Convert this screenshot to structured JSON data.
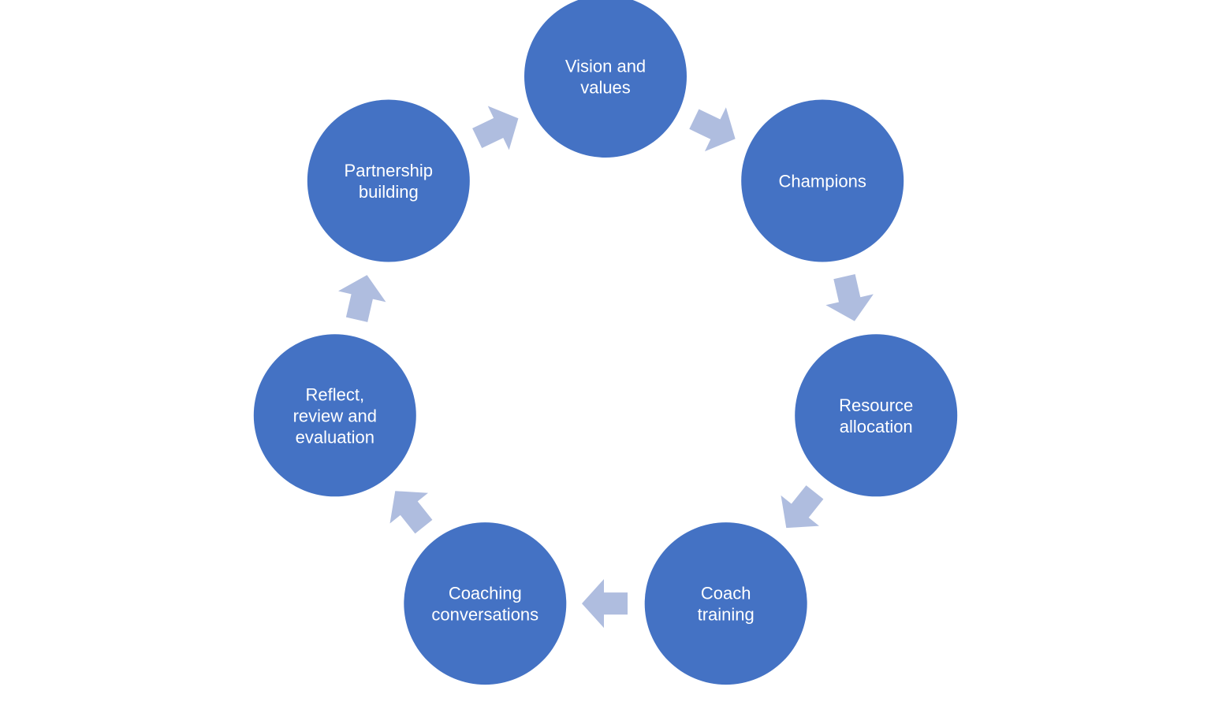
{
  "diagram": {
    "type": "cycle",
    "colors": {
      "node_fill": "#4472C4",
      "node_text": "#FFFFFF",
      "arrow_fill": "#AFBDDF"
    },
    "nodes": [
      {
        "id": "vision",
        "lines": [
          "Vision and",
          "values"
        ]
      },
      {
        "id": "champions",
        "lines": [
          "Champions"
        ]
      },
      {
        "id": "resource",
        "lines": [
          "Resource",
          "allocation"
        ]
      },
      {
        "id": "coach-training",
        "lines": [
          "Coach",
          "training"
        ]
      },
      {
        "id": "coaching-conversations",
        "lines": [
          "Coaching",
          "conversations"
        ]
      },
      {
        "id": "reflect",
        "lines": [
          "Reflect,",
          "review and",
          "evaluation"
        ]
      },
      {
        "id": "partnership",
        "lines": [
          "Partnership",
          "building"
        ]
      }
    ],
    "edges": [
      {
        "from": "vision",
        "to": "champions"
      },
      {
        "from": "champions",
        "to": "resource"
      },
      {
        "from": "resource",
        "to": "coach-training"
      },
      {
        "from": "coach-training",
        "to": "coaching-conversations"
      },
      {
        "from": "coaching-conversations",
        "to": "reflect"
      },
      {
        "from": "reflect",
        "to": "partnership"
      },
      {
        "from": "partnership",
        "to": "vision"
      }
    ]
  }
}
